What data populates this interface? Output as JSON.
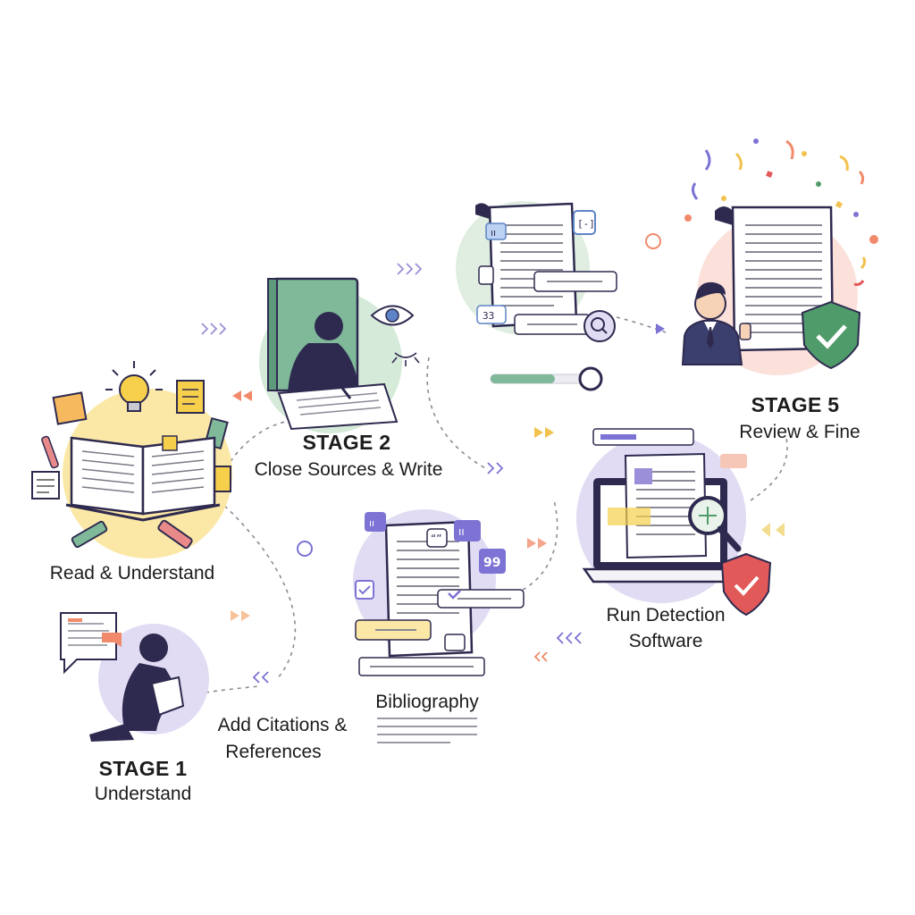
{
  "labels": {
    "read_understand": "Read & Understand",
    "stage1_title": "STAGE 1",
    "stage1_sub": "Understand",
    "stage2_title": "STAGE 2",
    "stage2_sub": "Close Sources & Write",
    "add_citations_line1": "Add Citations &",
    "add_citations_line2": "References",
    "bibliography": "Bibliography",
    "run_detection_line1": "Run Detection",
    "run_detection_line2": "Software",
    "stage5_title": "STAGE 5",
    "stage5_sub": "Review & Fine"
  },
  "bubble_glyphs": {
    "quote_close": "99",
    "quote_open": "“”",
    "bracket": "[-]",
    "number": "33",
    "ii": "ıı"
  },
  "colors": {
    "yellow": "#fbe8a6",
    "green": "#d6ead9",
    "mint": "#dfeee0",
    "lavender": "#e1dcf3",
    "pink": "#fbe1da",
    "navy": "#2e2a4f",
    "accent_purple": "#7c73d4",
    "accent_orange": "#f08a6a",
    "shield_green": "#4f9b6a",
    "shield_red": "#e2595a"
  },
  "icons": [
    "open-book-icon",
    "lightbulb-icon",
    "sticky-notes-icon",
    "highlighter-icon",
    "reading-person-icon",
    "writing-person-icon",
    "eye-icon",
    "green-book-icon",
    "document-icon",
    "magnifier-icon",
    "laptop-icon",
    "shield-check-icon",
    "businessman-icon",
    "confetti-icon",
    "speech-bubble-icon",
    "arrow-chevrons-icon"
  ]
}
